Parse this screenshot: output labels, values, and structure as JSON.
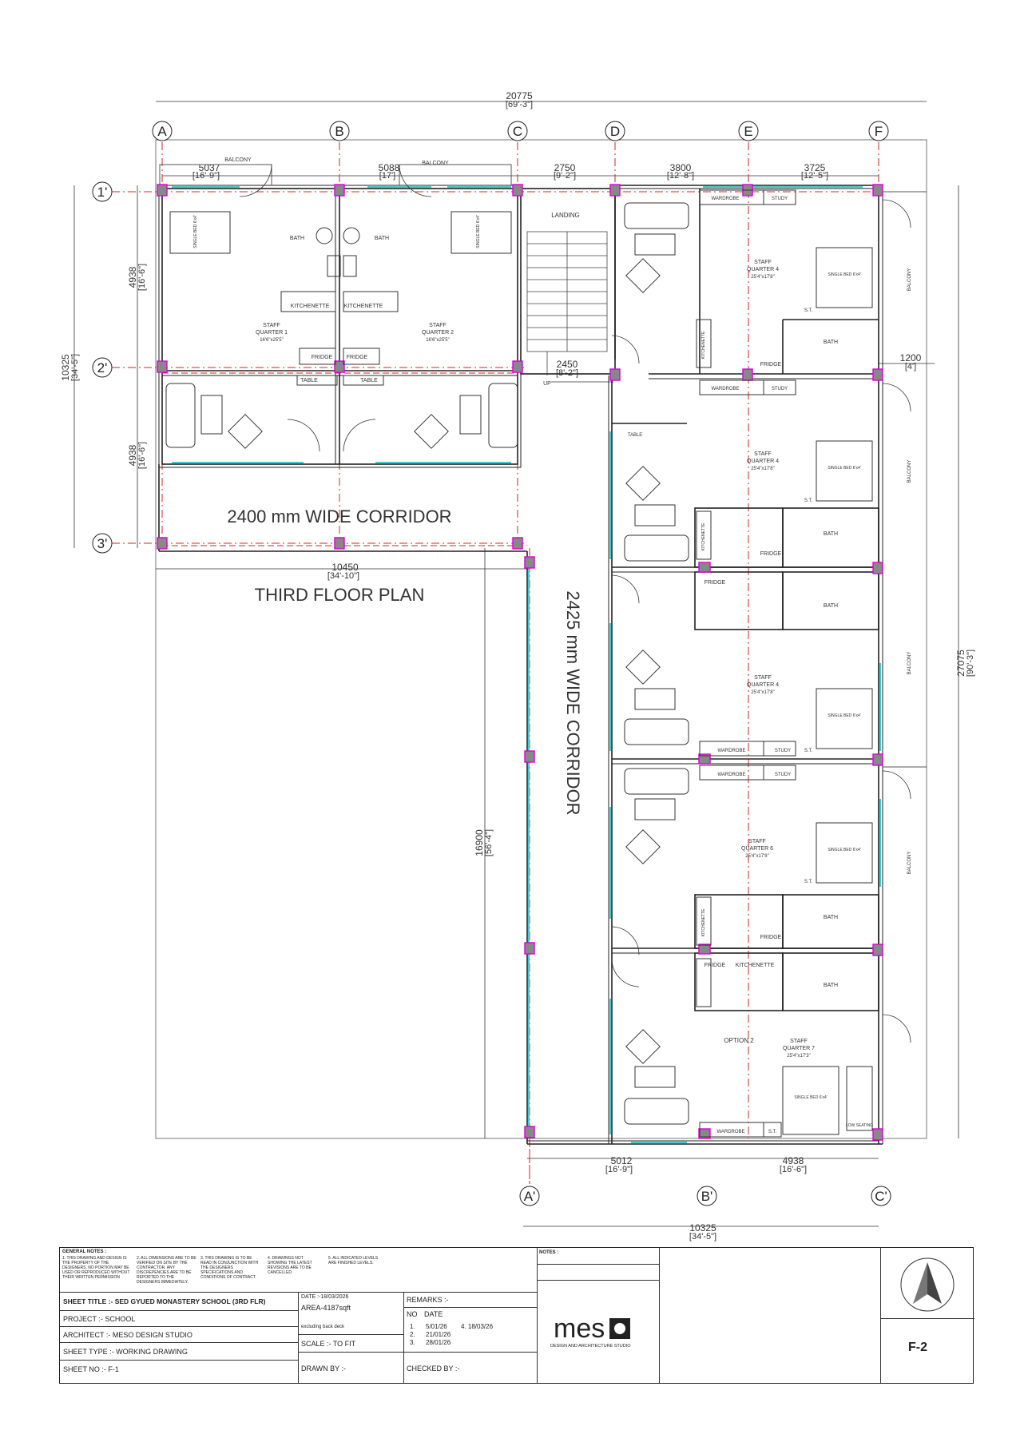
{
  "plan": {
    "title": "THIRD FLOOR PLAN",
    "corridor_horizontal": "2400 mm WIDE CORRIDOR",
    "corridor_vertical": "2425 mm WIDE CORRIDOR",
    "landing": "LANDING",
    "up": "UP",
    "grid_top": [
      "A",
      "B",
      "C",
      "D",
      "E",
      "F"
    ],
    "grid_left": [
      "1'",
      "2'",
      "3'"
    ],
    "grid_bottom": [
      "A'",
      "B'",
      "C'"
    ],
    "dims": {
      "overall_top_mm": "20775",
      "overall_top_ft": "[69'-3\"]",
      "ab_mm": "5037",
      "ab_ft": "[16'-9\"]",
      "bc_mm": "5088",
      "bc_ft": "[17']",
      "cd_mm": "2750",
      "cd_ft": "[9'-2\"]",
      "de_mm": "3800",
      "de_ft": "[12'-8\"]",
      "ef_mm": "3725",
      "ef_ft": "[12'-5\"]",
      "left_overall_mm": "10325",
      "left_overall_ft": "[34'-5\"]",
      "l12_mm": "4938",
      "l12_ft": "[16'-6\"]",
      "l23_mm": "4938",
      "l23_ft": "[16'-6\"]",
      "wing_mm": "10450",
      "wing_ft": "[34'-10\"]",
      "right_overall_mm": "27075",
      "right_overall_ft": "[90'-3\"]",
      "corr_mm": "16900",
      "corr_ft": "[56'-4\"]",
      "stair_mm": "2450",
      "stair_ft": "[8'-2\"]",
      "bal_mm": "1200",
      "bal_ft": "[4']",
      "bot_a_mm": "5012",
      "bot_a_ft": "[16'-9\"]",
      "bot_b_mm": "4938",
      "bot_b_ft": "[16'-6\"]",
      "bot_overall_mm": "10325",
      "bot_overall_ft": "[34'-5\"]"
    },
    "labels": {
      "balcony": "BALCONY",
      "bath": "BATH",
      "kitchenette": "KITCHENETTE",
      "fridge": "FRIDGE",
      "table": "TABLE",
      "wardrobe": "WARDROBE",
      "study": "STUDY",
      "st": "S.T.",
      "single_bed": "SINGLE BED 6'x4'",
      "staff_quarter": "STAFF",
      "option2": "OPTION 2",
      "low_seating": "LOW SEATING"
    },
    "rooms": {
      "q1": "QUARTER 1",
      "q1_size": "16'6\"x25'5\"",
      "q2": "QUARTER 2",
      "q2_size": "16'6\"x25'5\"",
      "q4": "QUARTER 4",
      "q4_size": "25'4\"x17'8\"",
      "q6": "QUARTER 6",
      "q6_size": "25'4\"x17'8\"",
      "q7": "QUARTER 7",
      "q7_size": "25'4\"x17'3\""
    }
  },
  "titleblock": {
    "general_notes": "GENERAL NOTES :",
    "notes": [
      "1. THIS DRAWING AND DESIGN IS THE PROPERTY OF THE DESIGNERS. NO PORTION MAY BE USED OR REPRODUCED WITHOUT THEIR WRITTEN PERMISSION",
      "2. ALL DIMENSIONS ARE TO BE VERIFIED ON SITE BY THE CONTRACTOR. ANY DISCREPENCIES ARE TO BE REPORTED TO THE DESIGNERS IMMEDIATELY.",
      "3. THIS DRAWING IS TO BE READ IN CONJUNCTION WITH THE DESIGNERS SPECIFICATIONS AND CONDITIONS OF CONTRACT.",
      "4. DRAWINGS NOT SHOWING THE LATEST REVISIONS ARE TO BE CANCELLED.",
      "5. ALL INDICATED LEVELS ARE FINISHED LEVELS."
    ],
    "notes_label": "NOTES :",
    "sheet_title": "SHEET TITLE  :- SED GYUED MONASTERY SCHOOL (3RD FLR)",
    "project": "PROJECT     :- SCHOOL",
    "architect": "ARCHITECT  :- MESO DESIGN STUDIO",
    "sheet_type": "SHEET TYPE   :- WORKING DRAWING",
    "sheet_no": "SHEET NO    :-  F-1",
    "date": "DATE :-18/03/2026",
    "area": "AREA-4187sqft",
    "area_note": "excluding back deck",
    "scale": "SCALE  :- TO FIT",
    "drawn_by": "DRAWN BY  :-",
    "remarks": "REMARKS :-",
    "no": "NO",
    "date_col": "DATE",
    "rev_nos": [
      "1.",
      "2.",
      "3."
    ],
    "rev_dates": [
      "5/01/26",
      "21/01/26",
      "28/01/26"
    ],
    "rev4": "4. 18/03/26",
    "checked_by": "CHECKED BY  :-",
    "brand": "mes",
    "brand_sub": "DESIGN AND ARCHITECTURE STUDIO",
    "drawing_no": "F-2"
  }
}
